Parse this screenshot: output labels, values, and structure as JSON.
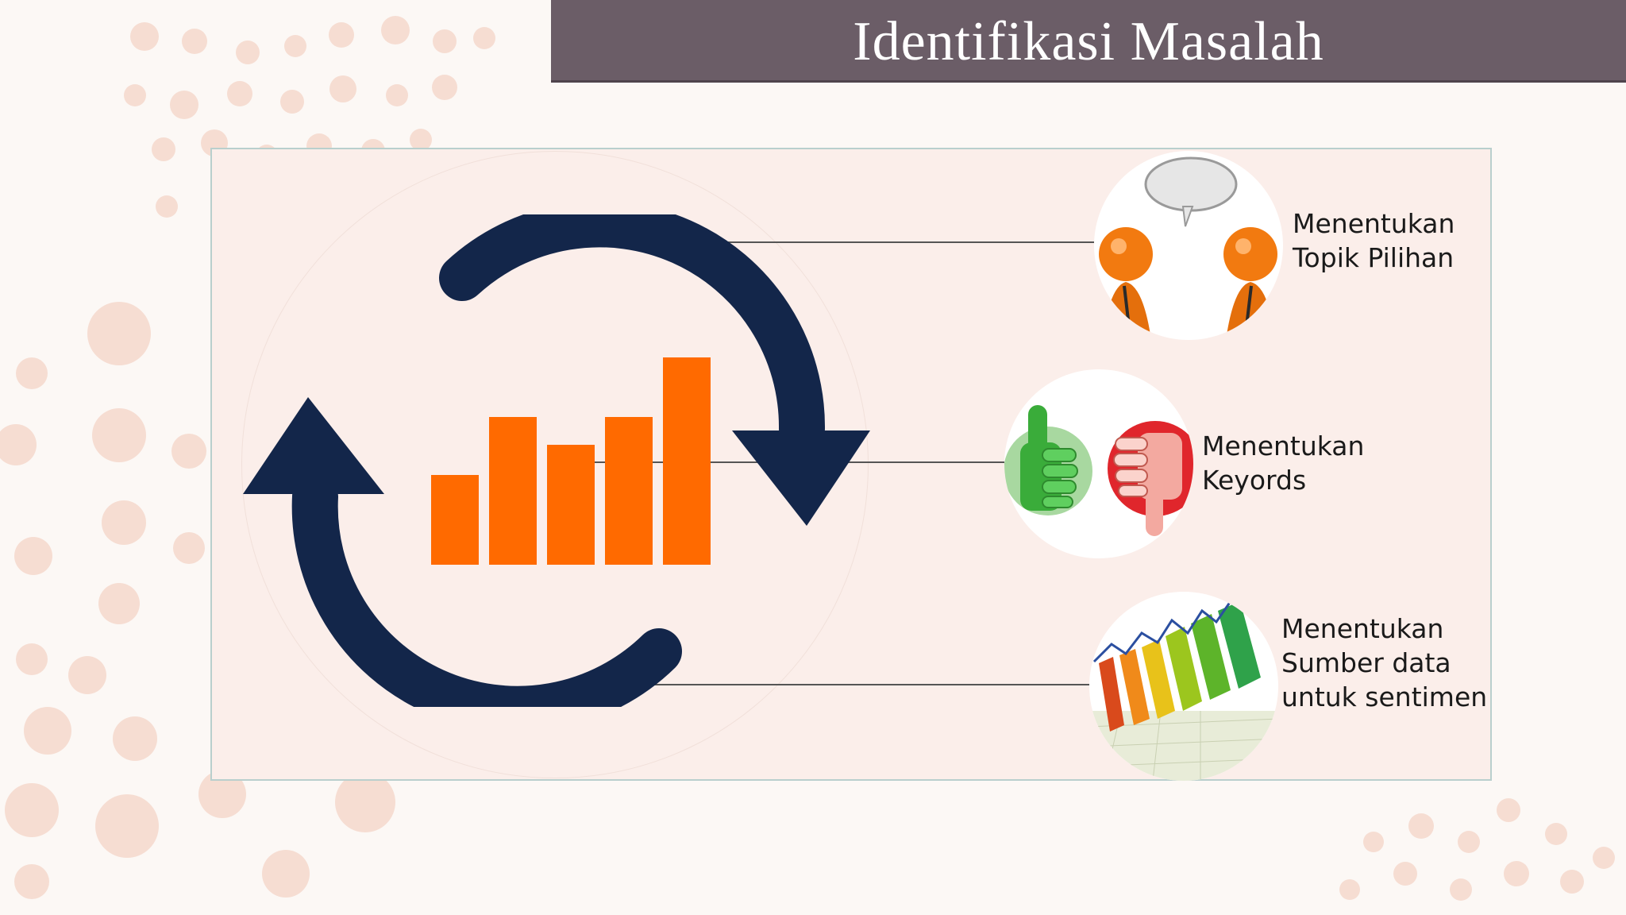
{
  "header": {
    "title": "Identifikasi Masalah"
  },
  "colors": {
    "title_bar": "#6b5d67",
    "panel_background": "#fbeeea",
    "cycle_arrows": "#13264a",
    "bars": "#ff6a00",
    "decor_dots": "#f6ddd2"
  },
  "diagram": {
    "central_icon": "refresh-cycle-bar-chart-icon",
    "items": [
      {
        "icon": "discussion-people-icon",
        "label": "Menentukan\nTopik Pilihan"
      },
      {
        "icon": "thumbs-up-down-icon",
        "label": "Menentukan\nKeyords"
      },
      {
        "icon": "growth-bar-chart-icon",
        "label": "Menentukan\nSumber data\nuntuk sentimen"
      }
    ]
  }
}
